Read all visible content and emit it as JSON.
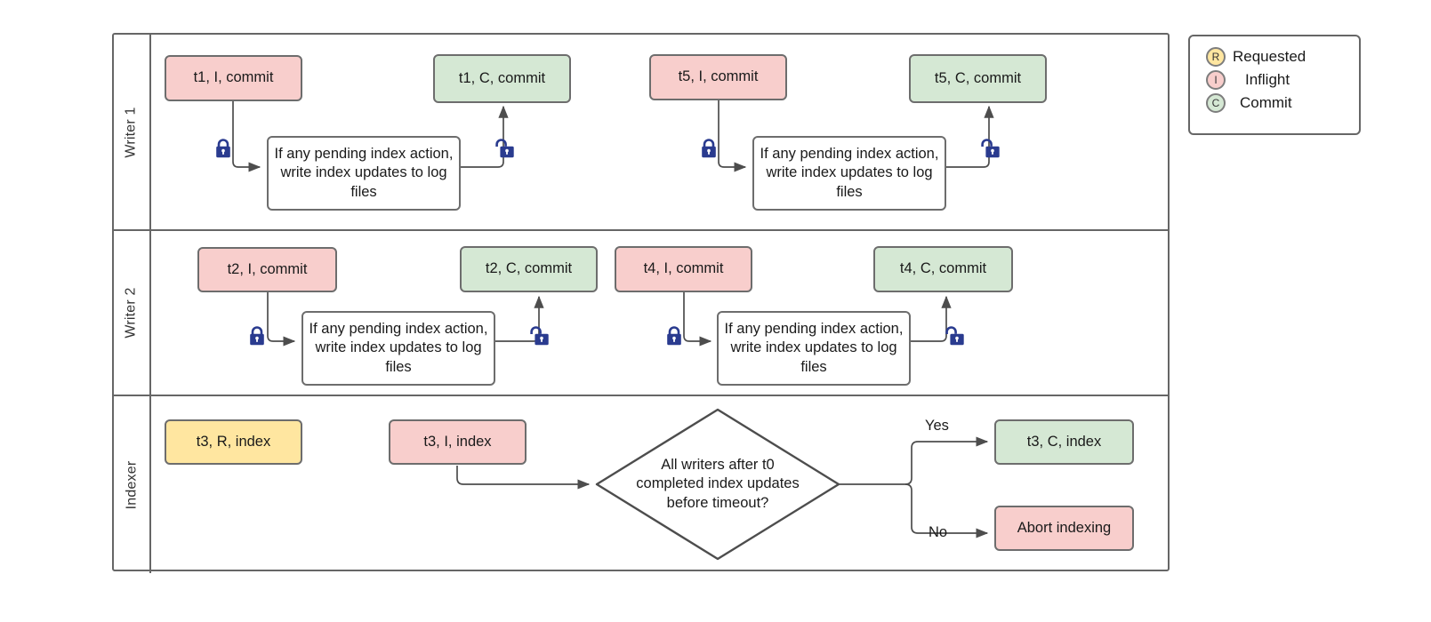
{
  "diagram": {
    "title": "Writer/Indexer concurrency swimlane",
    "colors": {
      "pink": "#f8cecc",
      "green": "#d5e8d4",
      "yellow": "#ffe6a0",
      "border": "#6d6d6d",
      "lane_border": "#666666",
      "lock": "#2a3b8f",
      "edge": "#4d4d4d"
    }
  },
  "lanes": [
    {
      "label": "Writer 1"
    },
    {
      "label": "Writer 2"
    },
    {
      "label": "Indexer"
    }
  ],
  "writer1": {
    "t1_inflight": "t1, I, commit",
    "t1_commit": "t1, C, commit",
    "t5_inflight": "t5, I, commit",
    "t5_commit": "t5, C, commit",
    "process_a": "If any pending index action, write index updates to log files",
    "process_b": "If any pending index action, write index updates to log files",
    "lock_a": "lock-icon",
    "unlock_a": "unlock-icon",
    "lock_b": "lock-icon",
    "unlock_b": "unlock-icon"
  },
  "writer2": {
    "t2_inflight": "t2, I, commit",
    "t2_commit": "t2, C, commit",
    "t4_inflight": "t4, I, commit",
    "t4_commit": "t4, C, commit",
    "process_a": "If any pending index action, write index updates to log files",
    "process_b": "If any pending index action, write index updates to log files",
    "lock_a": "lock-icon",
    "unlock_a": "unlock-icon",
    "lock_b": "lock-icon",
    "unlock_b": "unlock-icon"
  },
  "indexer": {
    "t3_requested": "t3, R, index",
    "t3_inflight": "t3, I, index",
    "decision": "All writers after t0 completed index updates before timeout?",
    "decision_line1": "All writers after t0",
    "decision_line2": "completed index updates",
    "decision_line3": "before timeout?",
    "yes_label": "Yes",
    "no_label": "No",
    "t3_commit": "t3, C, index",
    "abort": "Abort indexing"
  },
  "legend": {
    "items": [
      {
        "badge": "R",
        "label": "Requested",
        "color": "#ffe6a0"
      },
      {
        "badge": "I",
        "label": "Inflight",
        "color": "#f8cecc"
      },
      {
        "badge": "C",
        "label": "Commit",
        "color": "#d5e8d4"
      }
    ]
  }
}
